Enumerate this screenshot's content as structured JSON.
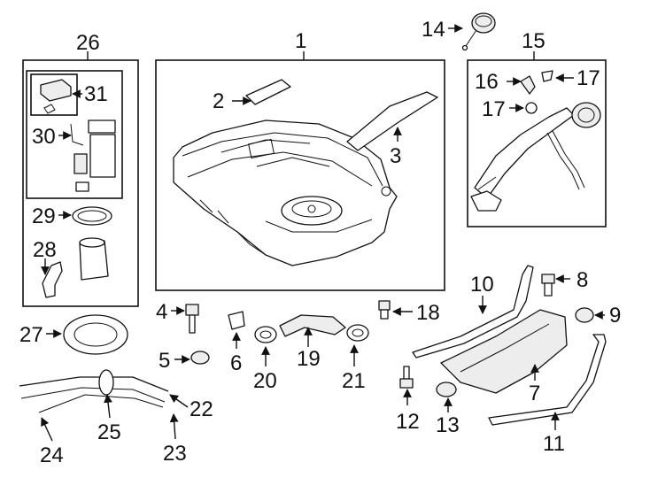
{
  "callouts": {
    "c1": "1",
    "c2": "2",
    "c3": "3",
    "c4": "4",
    "c5": "5",
    "c6": "6",
    "c7": "7",
    "c8": "8",
    "c9": "9",
    "c10": "10",
    "c11": "11",
    "c12": "12",
    "c13": "13",
    "c14": "14",
    "c15": "15",
    "c16": "16",
    "c17a": "17",
    "c17b": "17",
    "c18": "18",
    "c19": "19",
    "c20": "20",
    "c21": "21",
    "c22": "22",
    "c23": "23",
    "c24": "24",
    "c25": "25",
    "c26": "26",
    "c27": "27",
    "c28": "28",
    "c29": "29",
    "c30": "30",
    "c31": "31"
  },
  "colors": {
    "ink": "#111111",
    "background": "#ffffff",
    "shade": "#ededed"
  }
}
